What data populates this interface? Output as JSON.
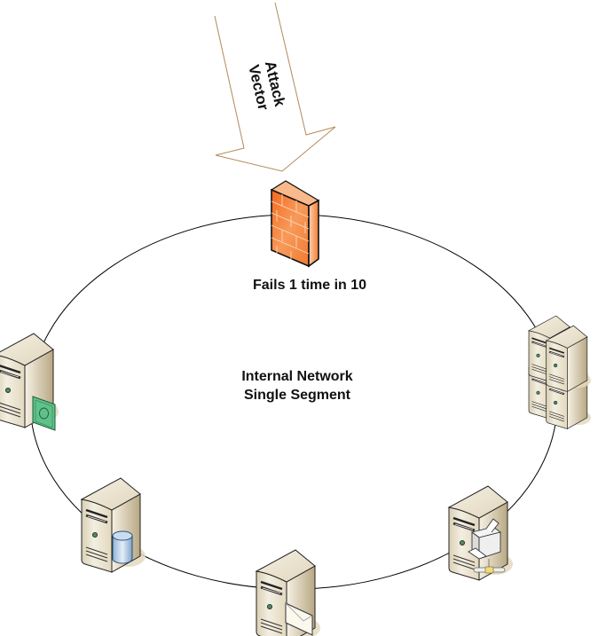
{
  "diagram": {
    "attack_arrow": {
      "line1": "Attack",
      "line2": "Vector",
      "icon": "arrow-down-icon"
    },
    "firewall": {
      "label": "Fails 1 time in 10",
      "icon": "firewall-brick-icon",
      "color": "#F47A2E"
    },
    "network": {
      "line1": "Internal Network",
      "line2": "Single Segment"
    },
    "nodes": [
      {
        "name": "payment-server",
        "icon": "server-money-icon"
      },
      {
        "name": "server-cluster",
        "icon": "server-cluster-icon"
      },
      {
        "name": "database-server",
        "icon": "server-database-icon"
      },
      {
        "name": "mail-server",
        "icon": "server-mail-icon"
      },
      {
        "name": "print-server",
        "icon": "server-printer-icon"
      }
    ],
    "colors": {
      "server_body": "#E8DFC8",
      "ring": "#000000",
      "arrow_stroke": "#B08A5A"
    }
  }
}
